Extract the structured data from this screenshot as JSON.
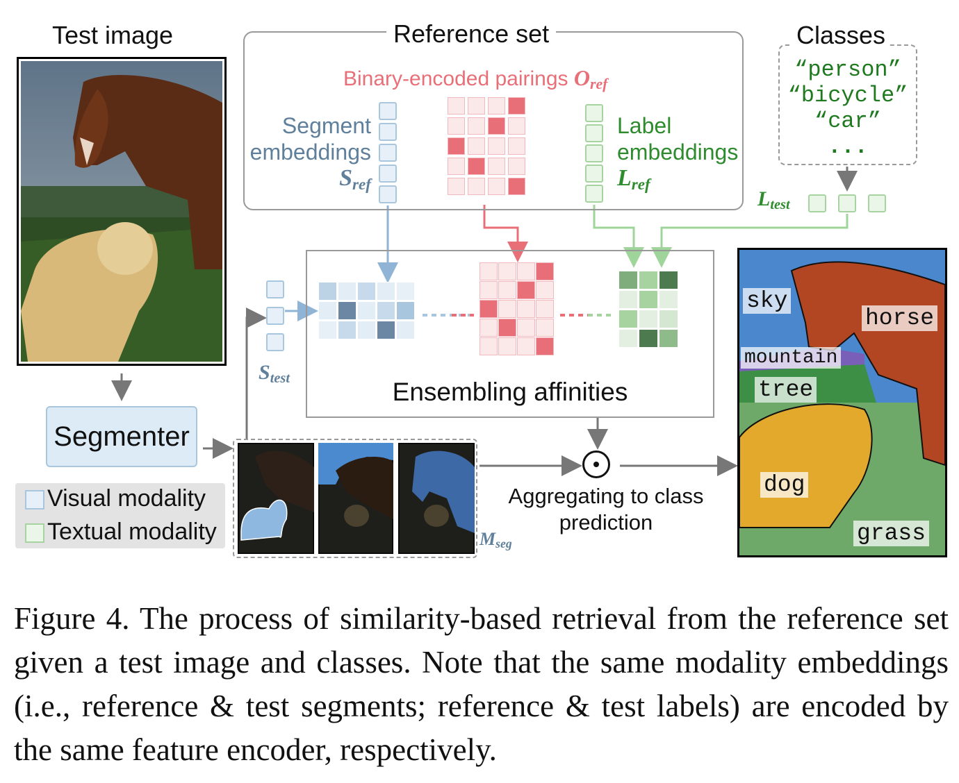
{
  "test_image": {
    "title": "Test image"
  },
  "reference_set": {
    "title": "Reference set",
    "pairings_label": "Binary-encoded pairings ",
    "pairings_symbol": "O",
    "pairings_sub": "ref",
    "segment_label_1": "Segment",
    "segment_label_2": "embeddings",
    "segment_symbol": "S",
    "segment_sub": "ref",
    "label_label_1": "Label",
    "label_label_2": "embeddings",
    "label_symbol": "L",
    "label_sub": "ref"
  },
  "classes": {
    "title": "Classes",
    "items": [
      "“person”",
      "“bicycle”",
      "“car”",
      "..."
    ]
  },
  "l_test": {
    "symbol": "L",
    "sub": "test"
  },
  "s_test": {
    "symbol": "S",
    "sub": "test"
  },
  "m_seg": {
    "symbol": "M",
    "sub": "seg"
  },
  "segmenter": {
    "label": "Segmenter"
  },
  "ensembling": {
    "label": "Ensembling affinities"
  },
  "aggregating": {
    "line1": "Aggregating to class",
    "line2": "prediction",
    "operator": "⊙"
  },
  "legend": {
    "visual": "Visual modality",
    "textual": "Textual modality"
  },
  "output_labels": [
    "sky",
    "horse",
    "mountain",
    "tree",
    "dog",
    "grass"
  ],
  "caption": "Figure 4. The process of similarity-based retrieval from the reference set given a test image and classes. Note that the same modality embeddings (i.e., reference & test segments; reference & test labels) are encoded by the same feature encoder, respectively.",
  "colors": {
    "visual": "#a9c6df",
    "textual": "#a6d3a0",
    "pairing": "#e86f78",
    "reference_text_blue": "#5f7f9b",
    "label_text_green": "#2e8b2e",
    "class_text_green": "#1f7a1f"
  }
}
